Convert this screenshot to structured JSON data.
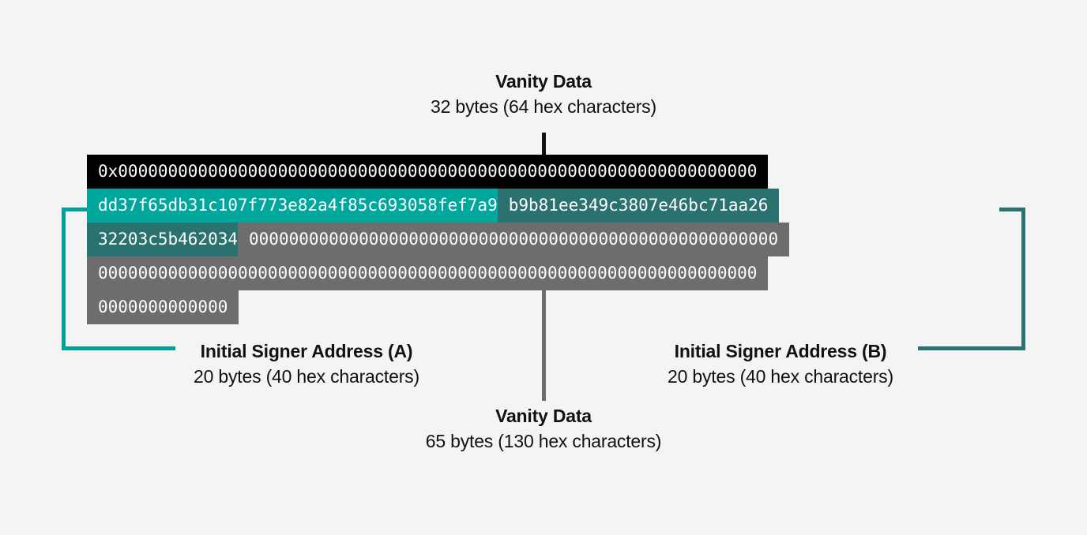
{
  "diagram": {
    "title": "Vanity data and initial signer address byte layout",
    "background_color": "#f4f4f4",
    "colors": {
      "vanity_top_fill": "#000000",
      "signer_a_fill": "#00a79d",
      "signer_b_fill": "#2a7270",
      "vanity_bottom_fill": "#6d6d6d",
      "text_on_fill": "#ffffff",
      "label_text": "#111111"
    }
  },
  "labels": {
    "vanity_top": {
      "title": "Vanity Data",
      "subtitle": "32 bytes (64 hex characters)"
    },
    "vanity_bottom": {
      "title": "Vanity Data",
      "subtitle": "65 bytes (130 hex characters)"
    },
    "signer_a": {
      "title": "Initial Signer Address (A)",
      "subtitle": "20 bytes (40 hex characters)"
    },
    "signer_b": {
      "title": "Initial Signer Address (B)",
      "subtitle": "20 bytes (40 hex characters)"
    }
  },
  "hex_dump": {
    "prefix": "0x",
    "rows": [
      {
        "row_index": 0,
        "segments": [
          {
            "kind": "vanity-top",
            "fill": "#000000",
            "text": "0x0000000000000000000000000000000000000000000000000000000000000000"
          }
        ]
      },
      {
        "row_index": 1,
        "segments": [
          {
            "kind": "signer-a",
            "fill": "#00a79d",
            "text": "dd37f65db31c107f773e82a4f85c693058fef7a9"
          },
          {
            "kind": "signer-b",
            "fill": "#2a7270",
            "text": "b9b81ee349c3807e46bc71aa26"
          }
        ]
      },
      {
        "row_index": 2,
        "segments": [
          {
            "kind": "signer-b",
            "fill": "#2a7270",
            "text": "32203c5b462034"
          },
          {
            "kind": "vanity-bottom",
            "fill": "#6d6d6d",
            "text": "00000000000000000000000000000000000000000000000000000"
          }
        ]
      },
      {
        "row_index": 3,
        "segments": [
          {
            "kind": "vanity-bottom",
            "fill": "#6d6d6d",
            "text": "000000000000000000000000000000000000000000000000000000000000000000"
          }
        ]
      },
      {
        "row_index": 4,
        "segments": [
          {
            "kind": "vanity-bottom",
            "fill": "#6d6d6d",
            "text": "0000000000000"
          }
        ]
      }
    ]
  }
}
